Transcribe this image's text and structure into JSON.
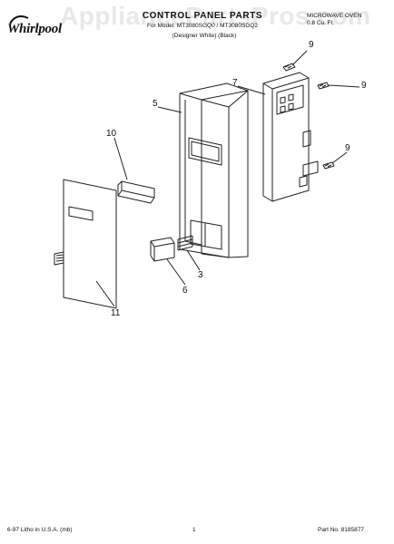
{
  "header": {
    "brand": "Whirlpool",
    "title": "CONTROL PANEL PARTS",
    "subtitle": "For Model: MT3080SGQ0 / MT3080SGQ2",
    "subtitle2": "(Designer White)      (Black)",
    "product_line1": "MICROWAVE OVEN",
    "product_line2": "0.8 Cu. Ft."
  },
  "watermark": "AppliancePartsPros.com",
  "callouts": {
    "c3": "3",
    "c5": "5",
    "c6": "6",
    "c7": "7",
    "c9a": "9",
    "c9b": "9",
    "c9c": "9",
    "c10": "10",
    "c11": "11"
  },
  "footer": {
    "left": "6-97 Litho in U.S.A. (mb)",
    "center": "1",
    "right": "Part No. 8185877"
  }
}
